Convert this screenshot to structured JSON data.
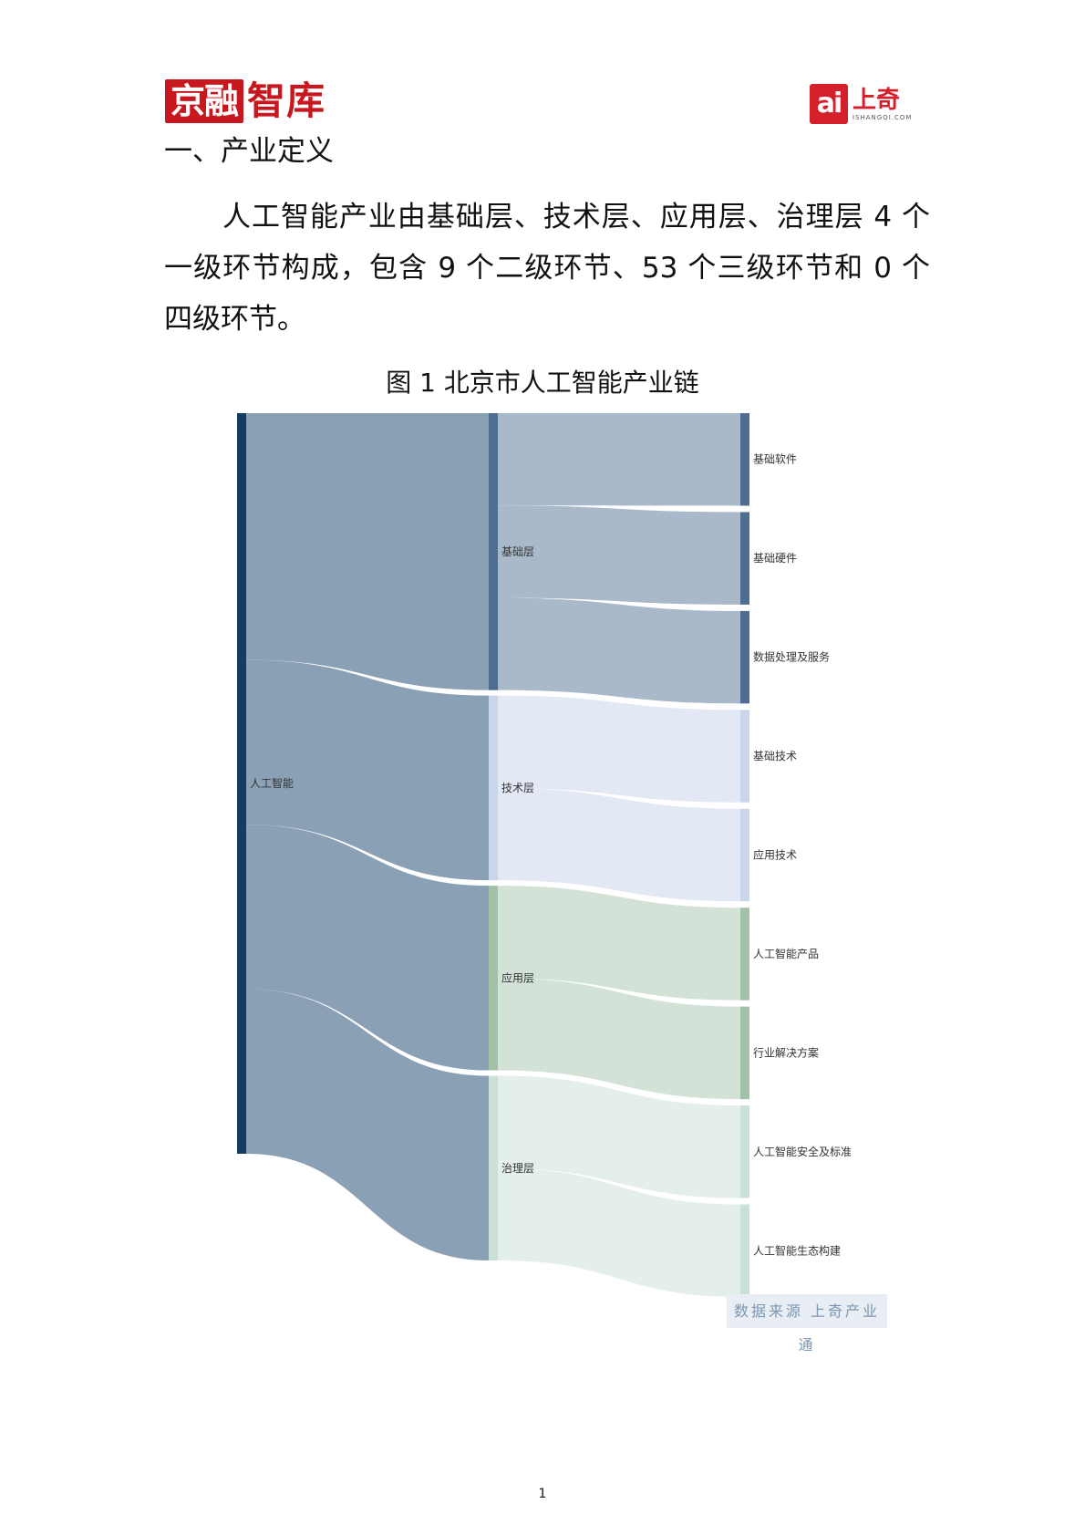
{
  "header": {
    "logo_left_a": "京融",
    "logo_left_b": "智库",
    "logo_right_mark": "ai",
    "logo_right_name": "上奇",
    "logo_right_sub": "ISHANGQI.COM"
  },
  "section_title": "一、产业定义",
  "paragraph": "人工智能产业由基础层、技术层、应用层、治理层 4 个一级环节构成，包含 9 个二级环节、53 个三级环节和 0 个四级环节。",
  "figure_title": "图 1  北京市人工智能产业链",
  "chart_data": {
    "type": "sankey",
    "levels": [
      [
        {
          "id": "人工智能",
          "color": "#163b63"
        }
      ],
      [
        {
          "id": "基础层",
          "color": "#4e6d92"
        },
        {
          "id": "技术层",
          "color": "#c9d6ea"
        },
        {
          "id": "应用层",
          "color": "#a2c2a8"
        },
        {
          "id": "治理层",
          "color": "#cbe0d6"
        }
      ],
      [
        {
          "id": "基础软件",
          "color": "#4e6d92"
        },
        {
          "id": "基础硬件",
          "color": "#4e6d92"
        },
        {
          "id": "数据处理及服务",
          "color": "#4e6d92"
        },
        {
          "id": "基础技术",
          "color": "#c9d6ea"
        },
        {
          "id": "应用技术",
          "color": "#c9d6ea"
        },
        {
          "id": "人工智能产品",
          "color": "#a2c2a8"
        },
        {
          "id": "行业解决方案",
          "color": "#a2c2a8"
        },
        {
          "id": "人工智能安全及标准",
          "color": "#cbe0d6"
        },
        {
          "id": "人工智能生态构建",
          "color": "#cbe0d6"
        }
      ]
    ],
    "links": [
      {
        "source": "人工智能",
        "target": "基础层",
        "value": 3,
        "color": "#8aa0b5"
      },
      {
        "source": "人工智能",
        "target": "技术层",
        "value": 2,
        "color": "#8aa0b5"
      },
      {
        "source": "人工智能",
        "target": "应用层",
        "value": 2,
        "color": "#8aa0b5"
      },
      {
        "source": "人工智能",
        "target": "治理层",
        "value": 2,
        "color": "#8aa0b5"
      },
      {
        "source": "基础层",
        "target": "基础软件",
        "value": 1,
        "color": "#a9b9c9"
      },
      {
        "source": "基础层",
        "target": "基础硬件",
        "value": 1,
        "color": "#a9b9c9"
      },
      {
        "source": "基础层",
        "target": "数据处理及服务",
        "value": 1,
        "color": "#a9b9c9"
      },
      {
        "source": "技术层",
        "target": "基础技术",
        "value": 1,
        "color": "#e2e8f4"
      },
      {
        "source": "技术层",
        "target": "应用技术",
        "value": 1,
        "color": "#e2e8f4"
      },
      {
        "source": "应用层",
        "target": "人工智能产品",
        "value": 1,
        "color": "#d3e2d6"
      },
      {
        "source": "应用层",
        "target": "行业解决方案",
        "value": 1,
        "color": "#d3e2d6"
      },
      {
        "source": "治理层",
        "target": "人工智能安全及标准",
        "value": 1,
        "color": "#e4eeea"
      },
      {
        "source": "治理层",
        "target": "人工智能生态构建",
        "value": 1,
        "color": "#e4eeea"
      }
    ]
  },
  "source_note": "数据来源 上奇产业通",
  "page_number": "1"
}
